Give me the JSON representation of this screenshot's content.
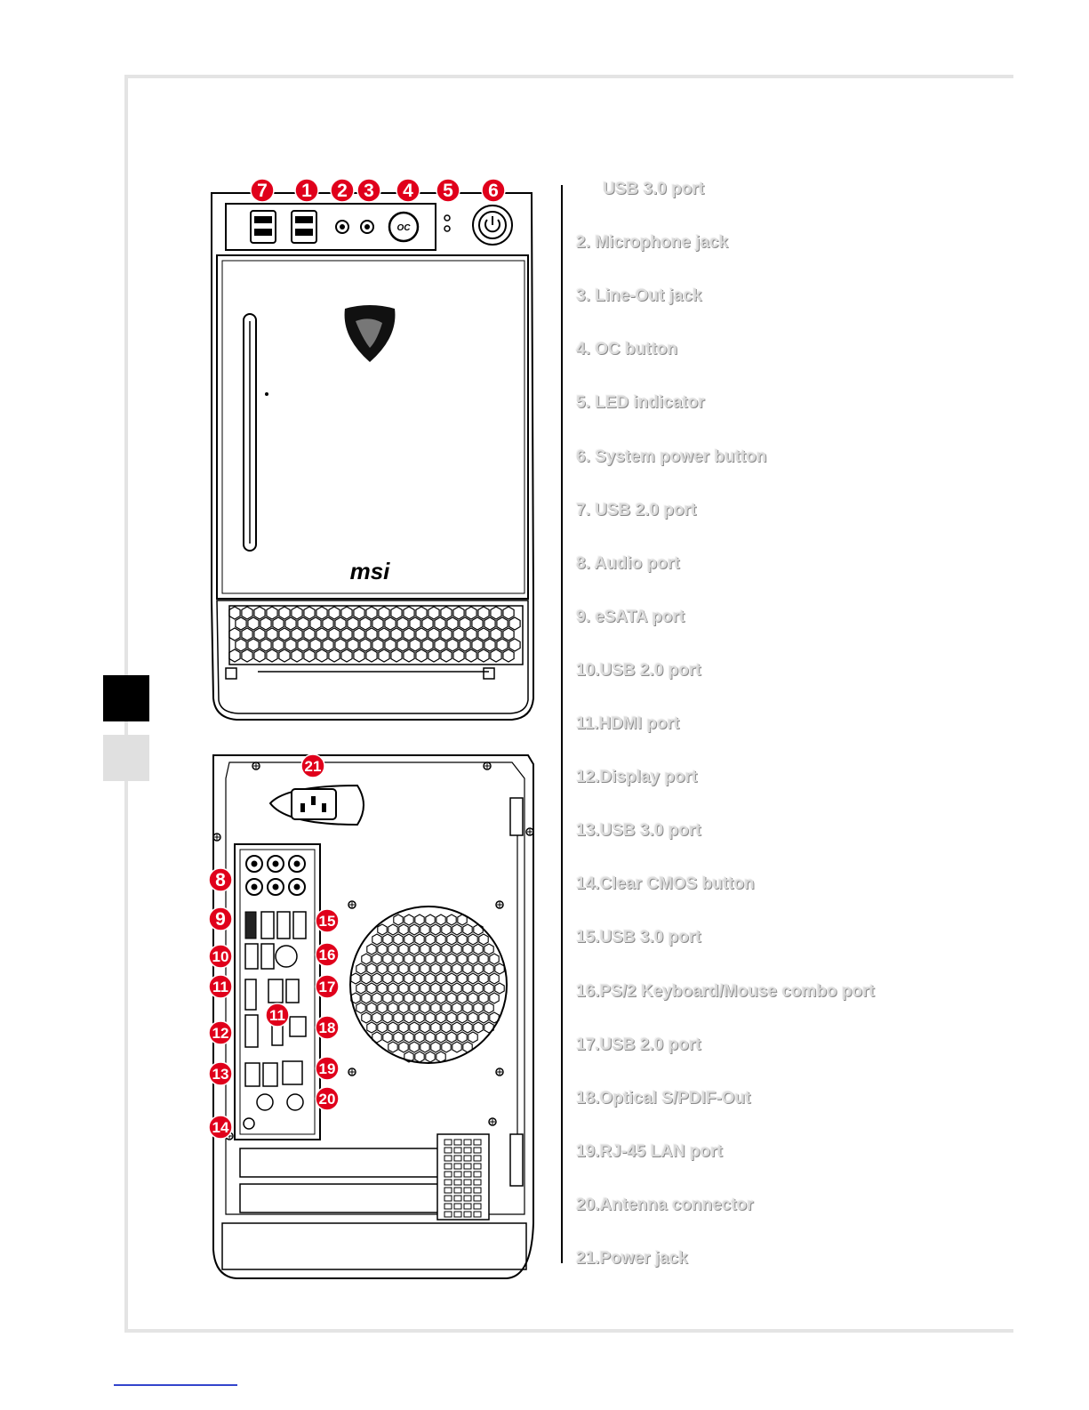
{
  "legend": [
    {
      "text": "USB 3.0 port"
    },
    {
      "text": "2.  Microphone jack"
    },
    {
      "text": "3.  Line-Out jack"
    },
    {
      "text": "4.  OC button"
    },
    {
      "text": "5.  LED indicator"
    },
    {
      "text": "6.  System power button"
    },
    {
      "text": "7.  USB 2.0 port"
    },
    {
      "text": "8.  Audio port"
    },
    {
      "text": "9.  eSATA port"
    },
    {
      "text": "10.USB 2.0 port"
    },
    {
      "text": "11.HDMI port"
    },
    {
      "text": "12.Display port"
    },
    {
      "text": "13.USB 3.0 port"
    },
    {
      "text": "14.Clear CMOS button"
    },
    {
      "text": "15.USB 3.0 port"
    },
    {
      "text": "16.PS/2 Keyboard/Mouse combo port"
    },
    {
      "text": "17.USB 2.0 port"
    },
    {
      "text": "18.Optical S/PDIF-Out"
    },
    {
      "text": "19.RJ-45 LAN port"
    },
    {
      "text": "20.Antenna connector"
    },
    {
      "text": "21.Power jack"
    }
  ],
  "front_callouts": [
    "7",
    "1",
    "2",
    "3",
    "4",
    "5",
    "6"
  ],
  "rear_callouts": [
    "21",
    "8",
    "9",
    "10",
    "11",
    "12",
    "13",
    "14",
    "15",
    "16",
    "17",
    "11",
    "18",
    "19",
    "20"
  ],
  "front_labels": {
    "oc": "OC",
    "brand": "msi"
  },
  "colors": {
    "callout": "#e0001b",
    "legend_text": "#dcdcdc"
  }
}
